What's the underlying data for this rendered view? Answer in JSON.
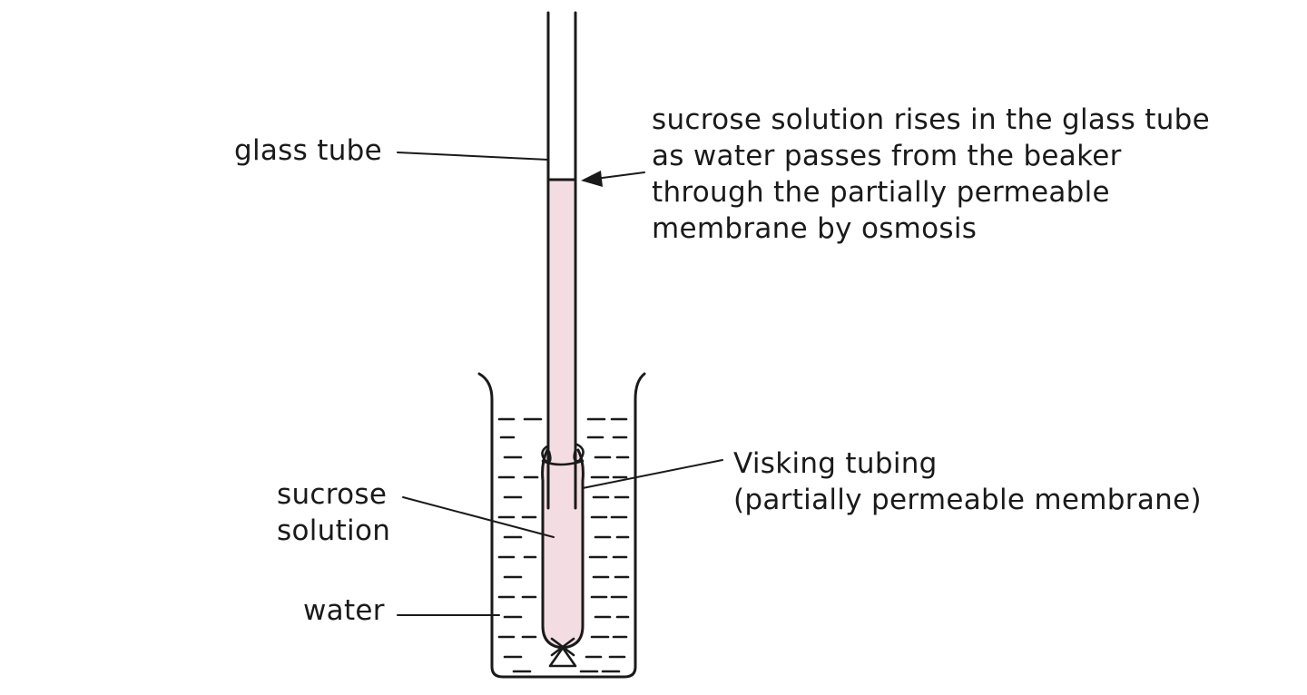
{
  "labels": {
    "glass_tube": "glass tube",
    "rise_lines": [
      "sucrose solution rises in the glass tube",
      "as water passes from the beaker",
      "through the partially permeable",
      "membrane by osmosis"
    ],
    "visking_lines": [
      "Visking tubing",
      "(partially permeable membrane)"
    ],
    "sucrose_lines": [
      "sucrose",
      "solution"
    ],
    "water": "water"
  },
  "colors": {
    "ink": "#1a1a1a",
    "sucrose_fill": "#f3dde3",
    "background": "#ffffff"
  }
}
